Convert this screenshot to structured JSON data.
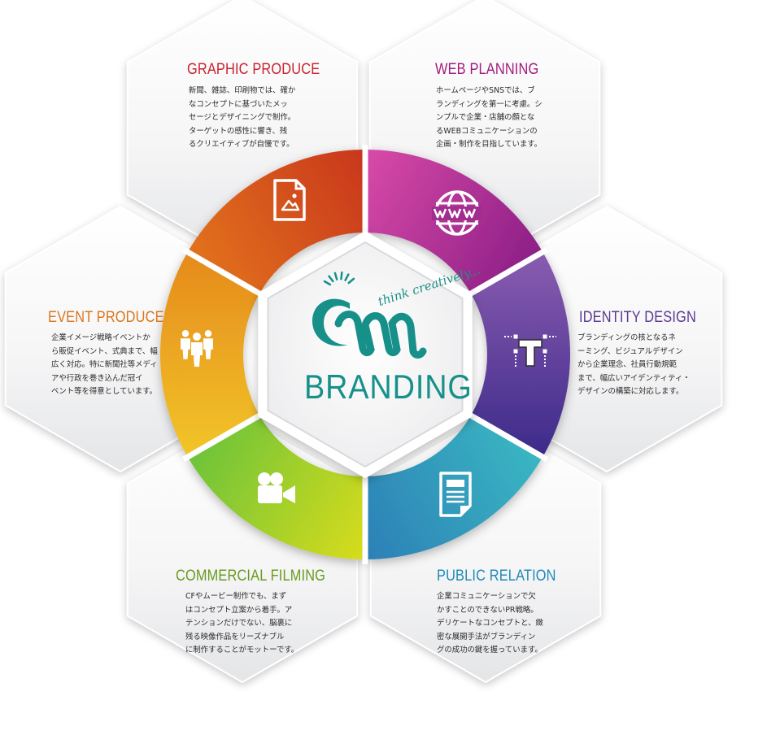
{
  "center": {
    "tagline": "think creatively...",
    "logo_name": "cm-logo",
    "title": "BRANDING",
    "color": "#17908a"
  },
  "segments": [
    {
      "id": "graphic-produce",
      "title": "GRAPHIC PRODUCE",
      "title_color": "#c9202e",
      "icon": "document-image-icon",
      "ring_colors": [
        "#e2721f",
        "#c8361c"
      ],
      "lines": [
        "新聞、雑誌、印刷物では、確か",
        "なコンセプトに基づいたメッ",
        "セージとデザイニングで制作。",
        "ターゲットの感性に響き、残",
        "るクリエイティブが自慢です。"
      ]
    },
    {
      "id": "web-planning",
      "title": "WEB PLANNING",
      "title_color": "#a4197e",
      "icon": "www-globe-icon",
      "ring_colors": [
        "#d94aa8",
        "#8c1f86"
      ],
      "lines": [
        "ホームページやSNSでは、ブ",
        "ランディングを第一に考慮。シ",
        "ンプルで企業・店舗の顔とな",
        "るWEBコミュニケーションの",
        "企画・制作を目指しています。"
      ]
    },
    {
      "id": "identity-design",
      "title": "IDENTITY DESIGN",
      "title_color": "#5a3890",
      "icon": "type-tool-icon",
      "ring_colors": [
        "#8a5cb0",
        "#3c2a8a"
      ],
      "lines": [
        "ブランディングの核となるネ",
        "ーミング、ビジュアルデザイン",
        "から企業理念、社員行動規範",
        "まで、幅広いアイデンティティ・",
        "デザインの構築に対応します。"
      ]
    },
    {
      "id": "public-relation",
      "title": "PUBLIC RELATION",
      "title_color": "#1f8ab8",
      "icon": "document-text-icon",
      "ring_colors": [
        "#3ab7c2",
        "#2c7fb6"
      ],
      "lines": [
        "企業コミュニケーションで欠",
        "かすことのできないPR戦略。",
        "デリケートなコンセプトと、緻",
        "密な展開手法がブランディン",
        "グの成功の鍵を握っています。"
      ]
    },
    {
      "id": "commercial-filming",
      "title": "COMMERCIAL FILMING",
      "title_color": "#6a9a1e",
      "icon": "video-camera-icon",
      "ring_colors": [
        "#d9dc1c",
        "#6cc33a"
      ],
      "lines": [
        "CFやムービー制作でも、まず",
        "はコンセプト立案から着手。ア",
        "テンションだけでない、脳裏に",
        "残る映像作品をリーズナブル",
        "に制作することがモットーです。"
      ]
    },
    {
      "id": "event-produce",
      "title": "EVENT PRODUCE",
      "title_color": "#d9761a",
      "icon": "people-group-icon",
      "ring_colors": [
        "#f2c528",
        "#e58a1c"
      ],
      "lines": [
        "企業イメージ戦略イベントか",
        "ら販促イベント、式典まで、幅",
        "広く対応。特に新聞社等メディ",
        "アや行政を巻き込んだ冠イ",
        "ベント等を得意としています。"
      ]
    }
  ]
}
